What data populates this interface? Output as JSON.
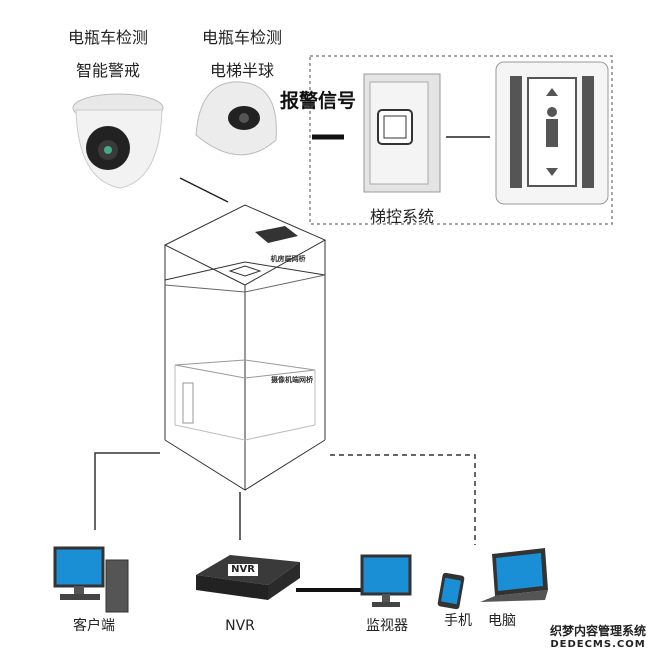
{
  "cameras": [
    {
      "line1": "电瓶车检测",
      "line2": "智能警戒"
    },
    {
      "line1": "电瓶车检测",
      "line2": "电梯半球"
    }
  ],
  "alarm_signal": "报警信号",
  "elevator_control": "梯控系统",
  "shaft_labels": {
    "machine_room_bridge": "机房端网桥",
    "camera_bridge": "摄像机端网桥"
  },
  "devices": {
    "client": "客户端",
    "nvr": "NVR",
    "nvr_badge": "NVR",
    "monitor": "监视器",
    "phone": "手机",
    "pc": "电脑"
  },
  "watermark": {
    "line1": "织梦内容管理系统",
    "line2": "DEDECMS.COM"
  },
  "colors": {
    "screen": "#1a8fd6",
    "device": "#333333",
    "dashed_box": "#888888"
  }
}
